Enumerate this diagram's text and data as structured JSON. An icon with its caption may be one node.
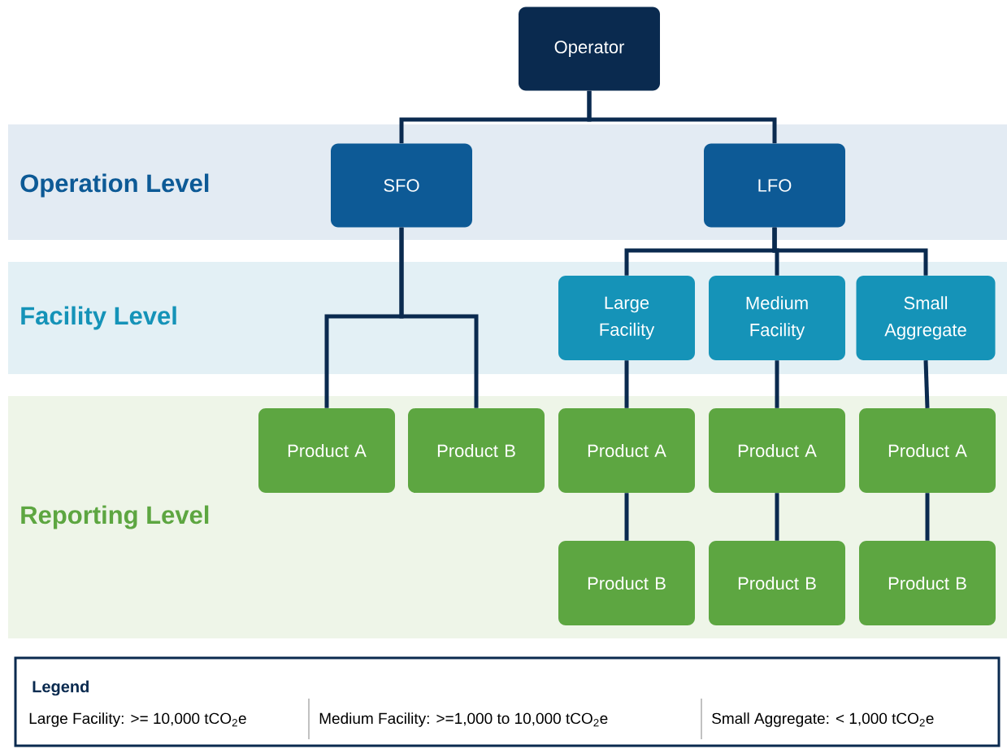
{
  "diagram": {
    "nodes": [
      {
        "text": [
          "Operator"
        ]
      },
      {
        "text": [
          "Operation Level"
        ]
      },
      {
        "text": [
          "SFO"
        ],
        "in": 1
      },
      {
        "text": [
          "LFO"
        ],
        "in": 1
      },
      {
        "text": [
          "Facility Level"
        ]
      },
      {
        "text": [
          "Large Facility"
        ],
        "in": 4
      },
      {
        "text": [
          "Medium Facility"
        ],
        "in": 4
      },
      {
        "text": [
          "Small Aggregate"
        ],
        "in": 4
      },
      {
        "text": [
          "Reporting Level"
        ]
      },
      {
        "text": [
          "Product A"
        ],
        "in": 8
      },
      {
        "text": [
          "Product B"
        ],
        "in": 8
      },
      {
        "text": [
          "Product A"
        ],
        "in": 8
      },
      {
        "text": [
          "Product A"
        ],
        "in": 8
      },
      {
        "text": [
          "Product A"
        ],
        "in": 8
      },
      {
        "text": [
          "Product B"
        ],
        "in": 8
      },
      {
        "text": [
          "Product B"
        ],
        "in": 8
      },
      {
        "text": [
          "Product B"
        ],
        "in": 8
      },
      {
        "text": [
          "Legend",
          "Large Facility: >= 10,000 tCO$_{2}$e",
          "Medium Facility: >=1,000 to 10,000 tCO$_{2}$e",
          "Small Aggregate: < 1,000 tCO$_{2}$e"
        ]
      }
    ],
    "edges": [
      {
        "from": 0,
        "to": 2,
        "arrow": "none"
      },
      {
        "from": 0,
        "to": 3,
        "arrow": "none"
      },
      {
        "from": 2,
        "to": 9,
        "arrow": "none"
      },
      {
        "from": 2,
        "to": 10,
        "arrow": "none"
      },
      {
        "from": 3,
        "to": 5,
        "arrow": "none"
      },
      {
        "from": 3,
        "to": 6,
        "arrow": "none"
      },
      {
        "from": 3,
        "to": 7,
        "arrow": "none"
      },
      {
        "from": 5,
        "to": 11,
        "arrow": "none"
      },
      {
        "from": 6,
        "to": 12,
        "arrow": "none"
      },
      {
        "from": 7,
        "to": 13,
        "arrow": "none"
      },
      {
        "from": 11,
        "to": 14,
        "arrow": "none"
      },
      {
        "from": 12,
        "to": 15,
        "arrow": "none"
      },
      {
        "from": 13,
        "to": 16,
        "arrow": "none"
      }
    ]
  }
}
